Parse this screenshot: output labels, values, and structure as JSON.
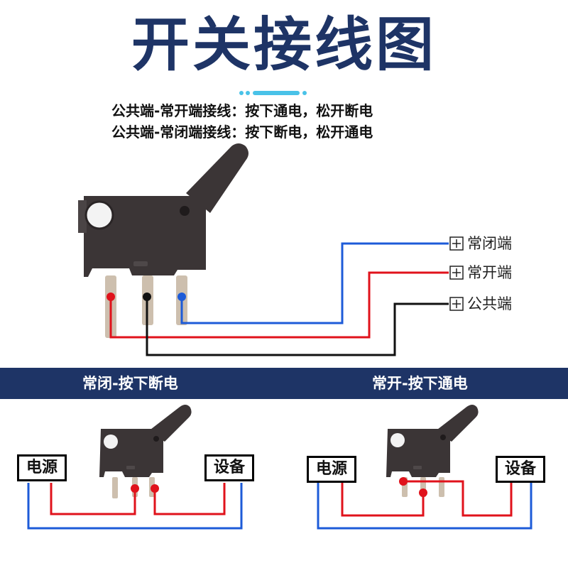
{
  "title": "开关接线图",
  "description_lines": [
    "公共端-常开端接线：按下通电，松开断电",
    "公共端-常闭端接线：按下断电，松开通电"
  ],
  "terminals": {
    "nc": "常闭端",
    "no": "常开端",
    "com": "公共端"
  },
  "sections": {
    "left": {
      "heading": "常闭-按下断电",
      "power_label": "电源",
      "device_label": "设备"
    },
    "right": {
      "heading": "常开-按下通电",
      "power_label": "电源",
      "device_label": "设备"
    }
  },
  "colors": {
    "navy": "#1e3466",
    "red_wire": "#e0121b",
    "blue_wire": "#1d5bd8",
    "black_wire": "#111111",
    "switch_body": "#3b3536",
    "pin": "#cdbfae"
  },
  "terminal_box_icon": "plus-box-icon"
}
